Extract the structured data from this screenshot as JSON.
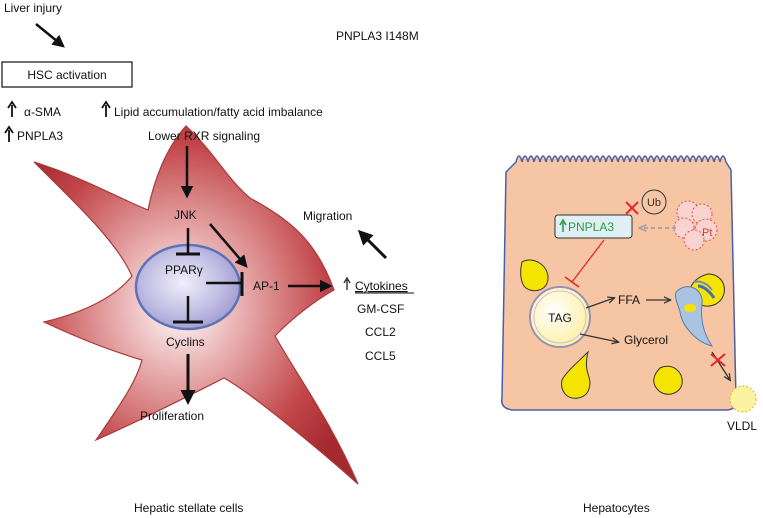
{
  "title": "PNPLA3 I148M",
  "left": {
    "liver_injury": "Liver injury",
    "hsc_activation": "HSC activation",
    "alpha_sma": "α-SMA",
    "pnpla3": "PNPLA3",
    "lipid": "Lipid accumulation/fatty acid imbalance",
    "rxr": "Lower RXR signaling",
    "jnk": "JNK",
    "ppar": "PPARγ",
    "ap1": "AP-1",
    "cyclins": "Cyclins",
    "proliferation": "Proliferation",
    "migration": "Migration",
    "cytokines": "Cytokines",
    "cytokine_list": [
      "GM-CSF",
      "CCL2",
      "CCL5"
    ],
    "caption": "Hepatic stellate cells"
  },
  "right": {
    "ub": "Ub",
    "pt": "Pt",
    "pnpla3": "PNPLA3",
    "tag": "TAG",
    "ffa": "FFA",
    "glycerol": "Glycerol",
    "vldl": "VLDL",
    "caption": "Hepatocytes"
  },
  "colors": {
    "cell_body": "#b8373d",
    "nucleus": "#b7b3de",
    "hepatocyte": "#f6c6a4",
    "lipid_droplet": "#f4e400",
    "inhibit_red": "#e3262a",
    "pnpla3_green": "#2e9a48"
  }
}
